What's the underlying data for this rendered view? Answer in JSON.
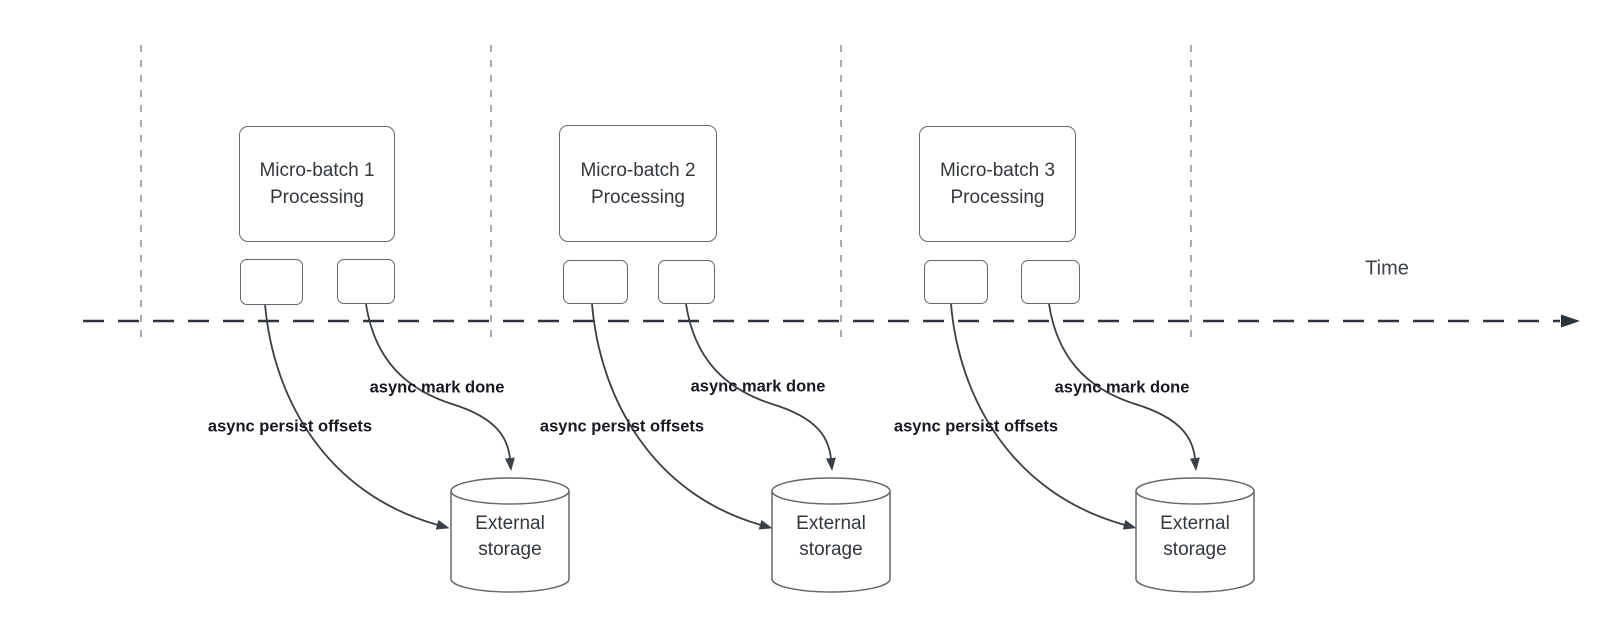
{
  "diagram": {
    "time_axis_label": "Time",
    "sections": [
      {
        "batch_line1": "Micro-batch 1",
        "batch_line2": "Processing",
        "persist_arrow_label": "async persist offsets",
        "done_arrow_label": "async mark done",
        "storage_line1": "External",
        "storage_line2": "storage"
      },
      {
        "batch_line1": "Micro-batch 2",
        "batch_line2": "Processing",
        "persist_arrow_label": "async persist offsets",
        "done_arrow_label": "async mark done",
        "storage_line1": "External",
        "storage_line2": "storage"
      },
      {
        "batch_line1": "Micro-batch 3",
        "batch_line2": "Processing",
        "persist_arrow_label": "async persist offsets",
        "done_arrow_label": "async mark done",
        "storage_line1": "External",
        "storage_line2": "storage"
      }
    ],
    "colors": {
      "arrow_line": "#3a4045",
      "shape_border": "#63686e",
      "time_axis": "#2e343b",
      "dashed_guide": "#a9adb3",
      "label_text": "#17191f",
      "node_text": "#33383d"
    }
  }
}
